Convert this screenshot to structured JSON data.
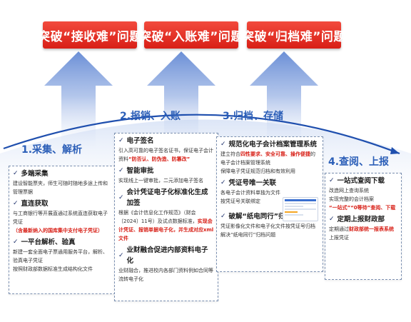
{
  "banners": [
    {
      "text": "突破“接收难”问题"
    },
    {
      "text": "突破“入账难”问题"
    },
    {
      "text": "突破“归档难”问题"
    }
  ],
  "stages": [
    {
      "label": "1.采集、解析"
    },
    {
      "label": "2.报销、入账"
    },
    {
      "label": "3.归档、存储"
    },
    {
      "label": "4.查阅、上报"
    }
  ],
  "cards": {
    "c1": {
      "s1": {
        "title": "多端采集",
        "body": "建设智能票夹，师生可随时随地多途上传和管理票据"
      },
      "s2": {
        "title": "直连获取",
        "body_a": "与工商银行等开展直通过系统直连获取电子凭证",
        "body_red": "（含最新纳入的国库集中支付电子凭证）"
      },
      "s3": {
        "title": "一平台解析、验真",
        "body": "新建一套全面电子票通用服务平台，解析、验真电子凭证",
        "body2": "按照财政部数据标准生成结构化文件"
      }
    },
    "c2": {
      "s1": {
        "title": "电子签名",
        "body_a": "引入高可靠的电子签名证书，保证电子会计资料",
        "body_red": "“防否认、防伪造、防篡改”"
      },
      "s2": {
        "title": "智能审批",
        "body": "实现线上一键审批，二元添加电子签名"
      },
      "s3": {
        "title": "会计凭证电子化标准化生成加签",
        "body_a": "根据《会计信息化工作规范》（财会〔2024〕11号）及试点数据标准，",
        "body_red": "实现会计凭证、报销单据电子化，并生成对应xml文件"
      },
      "s4": {
        "title": "业财融合促进内部资料电子化",
        "body": "业财融合，推进校内各部门资料例如合同等流转电子化"
      }
    },
    "c3": {
      "s1": {
        "title": "规范化电子会计档案管理系统",
        "body_a": "建立符合",
        "body_red": "四性要求、安全可靠、操作便捷",
        "body_b": "的电子会计档案管理系统",
        "body2": "保障电子凭证规范归档和有效利用"
      },
      "s2": {
        "title": "凭证号唯一关联",
        "body": "各电子会计资料单独为文件",
        "body2": "按凭证号关联绑定"
      },
      "s3": {
        "title": "破解“纸电同行”归档问题",
        "body": "凭证影像化文件和电子化文件按凭证号归档",
        "body2": "解决“纸电同行”归档问题"
      }
    },
    "c4": {
      "s1": {
        "title": "一站式查阅下载",
        "body": "改造网上查询系统",
        "body2": "实现完整的会计档案",
        "body_red": "“一站式”“0等待”查阅、下载"
      },
      "s2": {
        "title": "定期上报财政部",
        "body_a": "定期通过",
        "body_red": "财政部统一报表系统",
        "body_b": "上报凭证"
      }
    }
  },
  "check_glyph": "✓",
  "colors": {
    "accent_red": "#d81f16",
    "stage_blue": "#2c5fb8",
    "arc_blue": "#1f4fae"
  }
}
